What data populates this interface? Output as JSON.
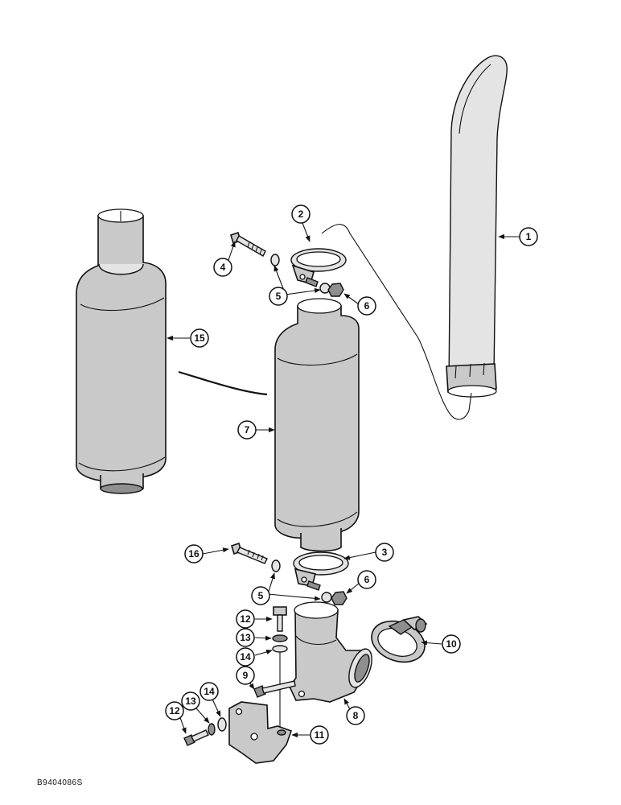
{
  "callouts": {
    "c1": "1",
    "c2": "2",
    "c3": "3",
    "c4": "4",
    "c5a": "5",
    "c5b": "5",
    "c6a": "6",
    "c6b": "6",
    "c7": "7",
    "c8": "8",
    "c9": "9",
    "c10": "10",
    "c11": "11",
    "c12a": "12",
    "c12b": "12",
    "c13a": "13",
    "c13b": "13",
    "c14a": "14",
    "c14b": "14",
    "c15": "15",
    "c16": "16"
  },
  "reference_code": "B9404086S"
}
